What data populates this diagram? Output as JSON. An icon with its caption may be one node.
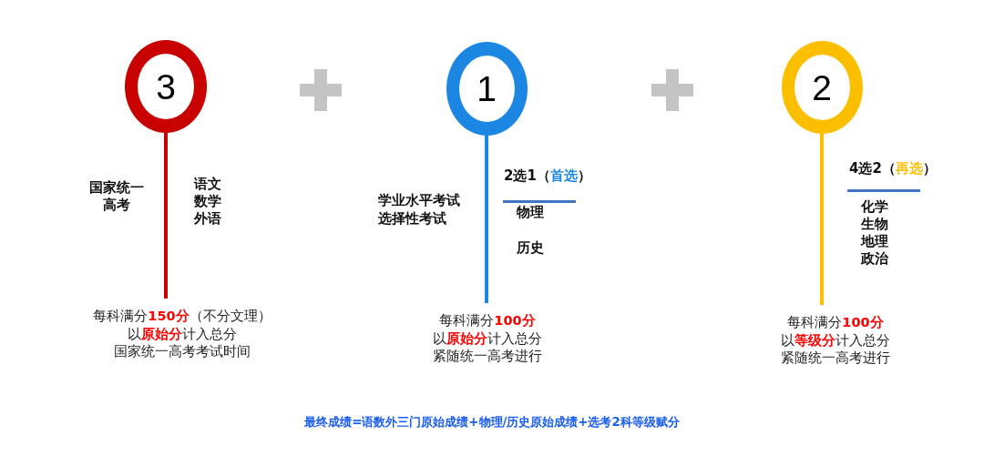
{
  "diagram": {
    "caption": "最终成绩=语数外三门原始成绩+物理/历史原始成绩+选考2科等级赋分",
    "nodes": [
      {
        "text": [
          "3"
        ]
      },
      {
        "text": [
          "1"
        ]
      },
      {
        "text": [
          "2"
        ]
      },
      {
        "text": [
          "每科满分**150分**（不分文理）",
          "以**原始分**计入总分",
          "国家统一高考考试时间"
        ]
      },
      {
        "text": [
          "每科满分**100分**",
          "以**原始分**计入总分",
          "紧随统一高考进行"
        ]
      },
      {
        "text": [
          "每科满分**100分**",
          "以**等级分**计入总分",
          "紧随统一高考进行"
        ]
      }
    ],
    "edges": [
      {
        "from": 0,
        "to": 3,
        "arrow": "none",
        "color": "#c80000"
      },
      {
        "from": 1,
        "to": 4,
        "arrow": "none",
        "color": "#1c86e3"
      },
      {
        "from": 2,
        "to": 5,
        "arrow": "none",
        "color": "#fcbf00"
      }
    ],
    "labels": [
      "国家统一高考",
      "语文",
      "数学",
      "外语",
      "学业水平考试选择性考试",
      "2选1（**首选**）",
      "物理",
      "历史",
      "4选2（**再选**）",
      "化学",
      "生物",
      "地理",
      "政治"
    ]
  }
}
